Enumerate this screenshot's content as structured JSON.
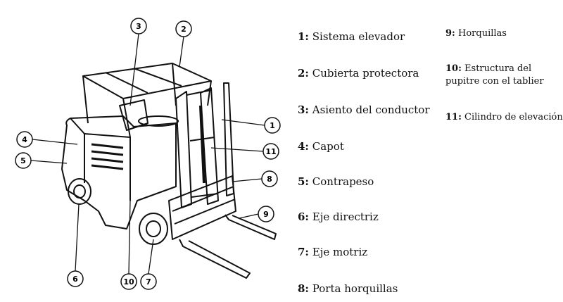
{
  "callouts": [
    "1",
    "2",
    "3",
    "4",
    "5",
    "6",
    "7",
    "8",
    "9",
    "10",
    "11"
  ],
  "legend": [
    {
      "num": "1:",
      "text": "Sistema elevador"
    },
    {
      "num": "2:",
      "text": "Cubierta protectora"
    },
    {
      "num": "3:",
      "text": "Asiento del conductor"
    },
    {
      "num": "4:",
      "text": "Capot"
    },
    {
      "num": "5:",
      "text": "Contrapeso"
    },
    {
      "num": "6:",
      "text": "Eje directriz"
    },
    {
      "num": "7:",
      "text": "Eje motriz"
    },
    {
      "num": "8:",
      "text": "Porta horquillas"
    },
    {
      "num": "9:",
      "text": "Horquillas"
    },
    {
      "num": "10:",
      "text": "Estructura del pupitre con el tablier"
    },
    {
      "num": "11:",
      "text": "Cilindro de elevación"
    }
  ]
}
